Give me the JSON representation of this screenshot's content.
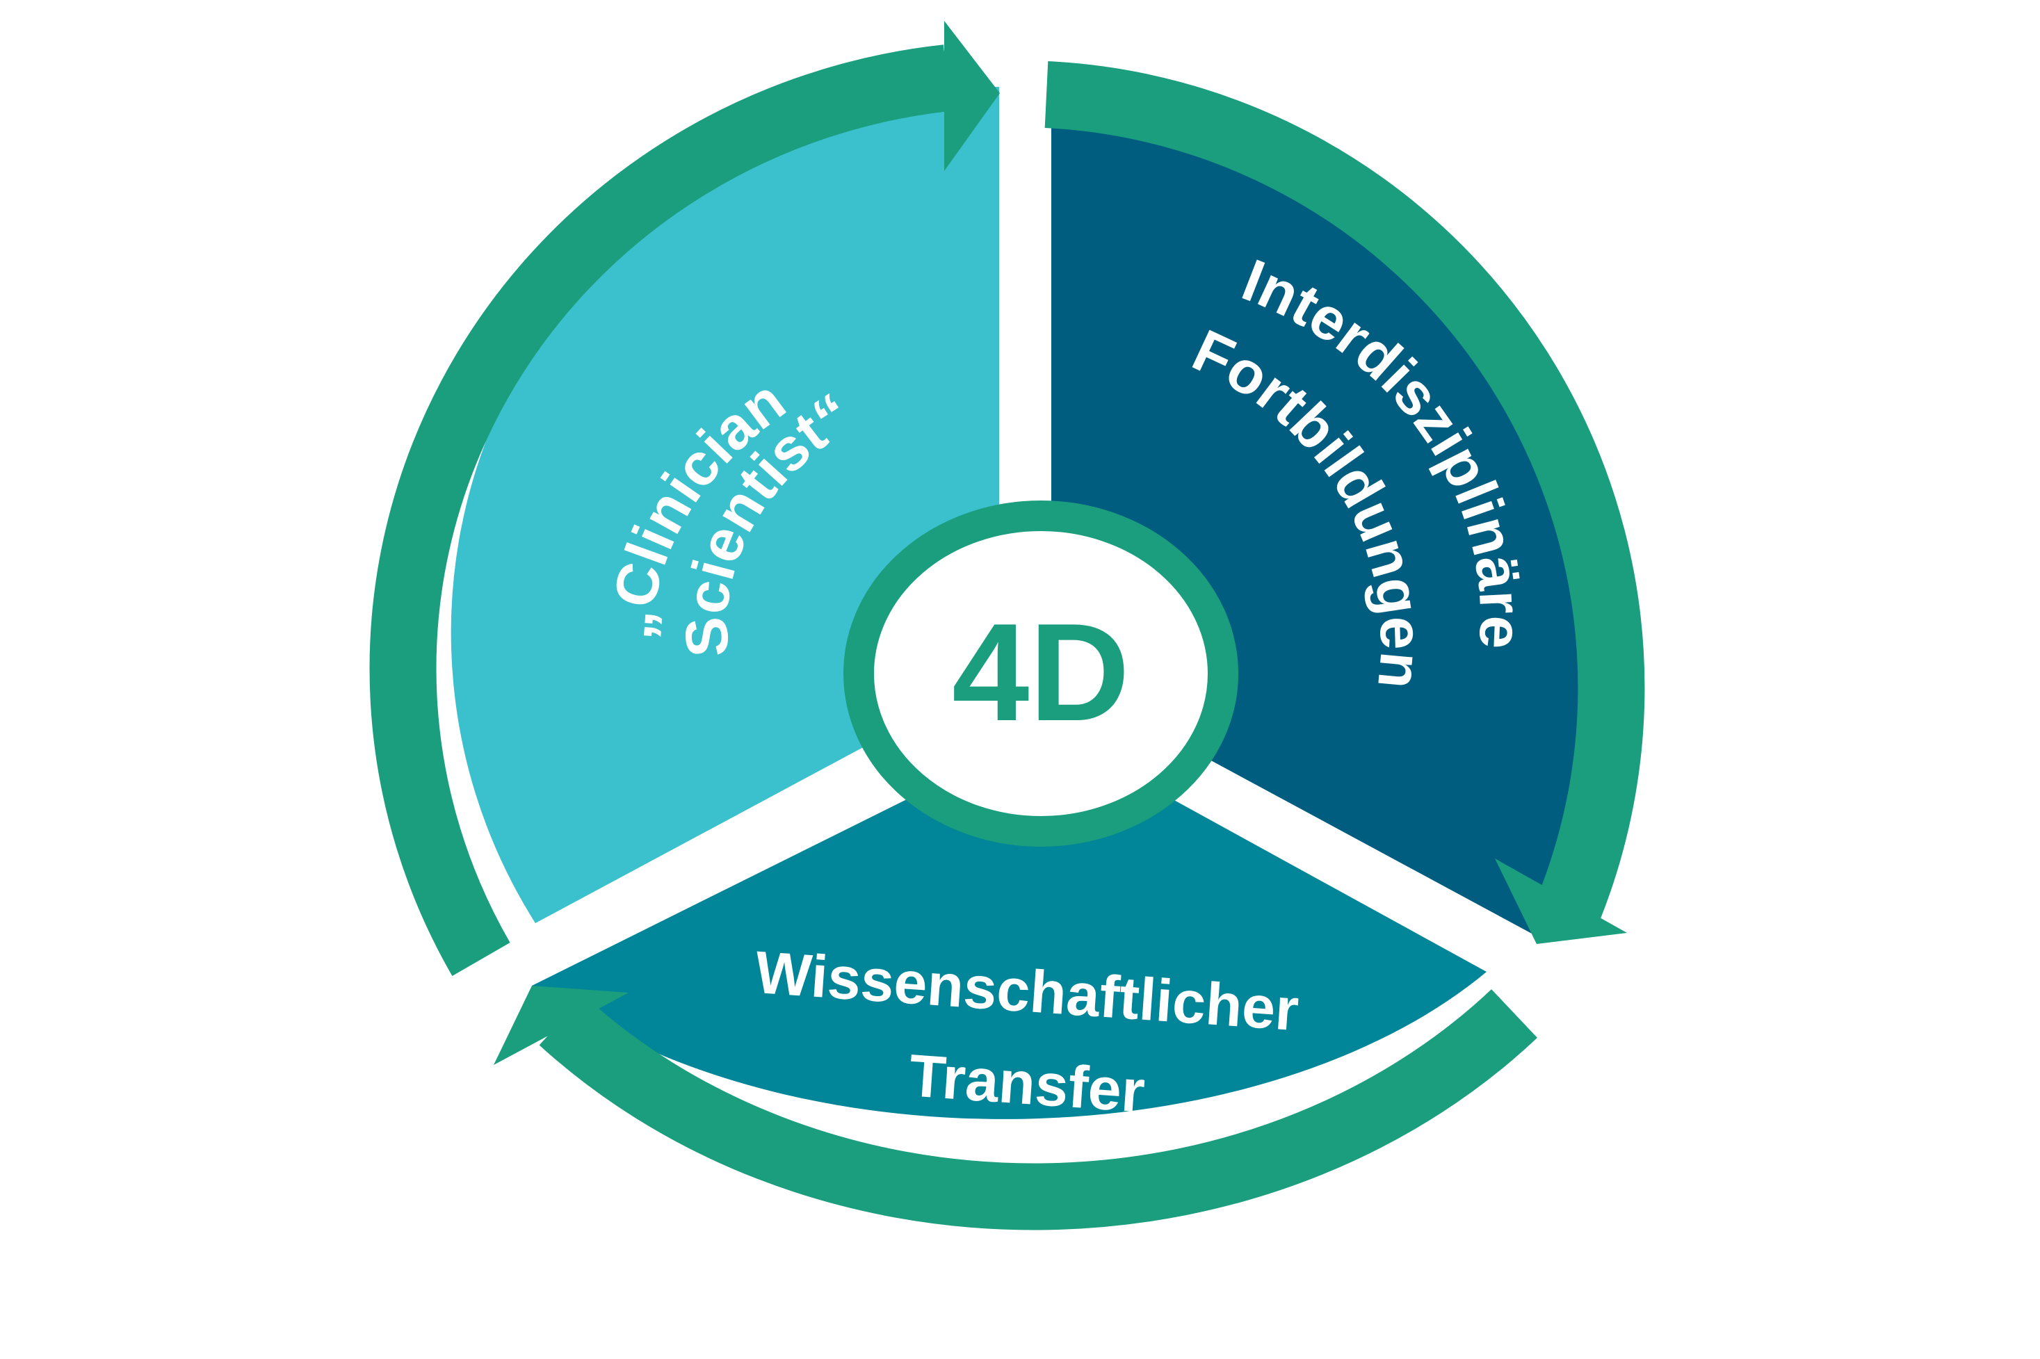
{
  "diagram": {
    "center": {
      "label": "4D"
    },
    "segments": [
      {
        "line1": "„Clinician",
        "line2": "Scientist“"
      },
      {
        "line1": "Interdisziplinäre",
        "line2": "Fortbildungen"
      },
      {
        "line1": "Wissenschaftlicher",
        "line2": "Transfer"
      }
    ]
  },
  "colors": {
    "ring_green": "#1b9e7e",
    "segment_light": "#3bc1cd",
    "segment_dark": "#005d80",
    "segment_mid": "#008599",
    "center_fill": "#ffffff",
    "center_text": "#1b9e7e",
    "label_text": "#ffffff"
  }
}
